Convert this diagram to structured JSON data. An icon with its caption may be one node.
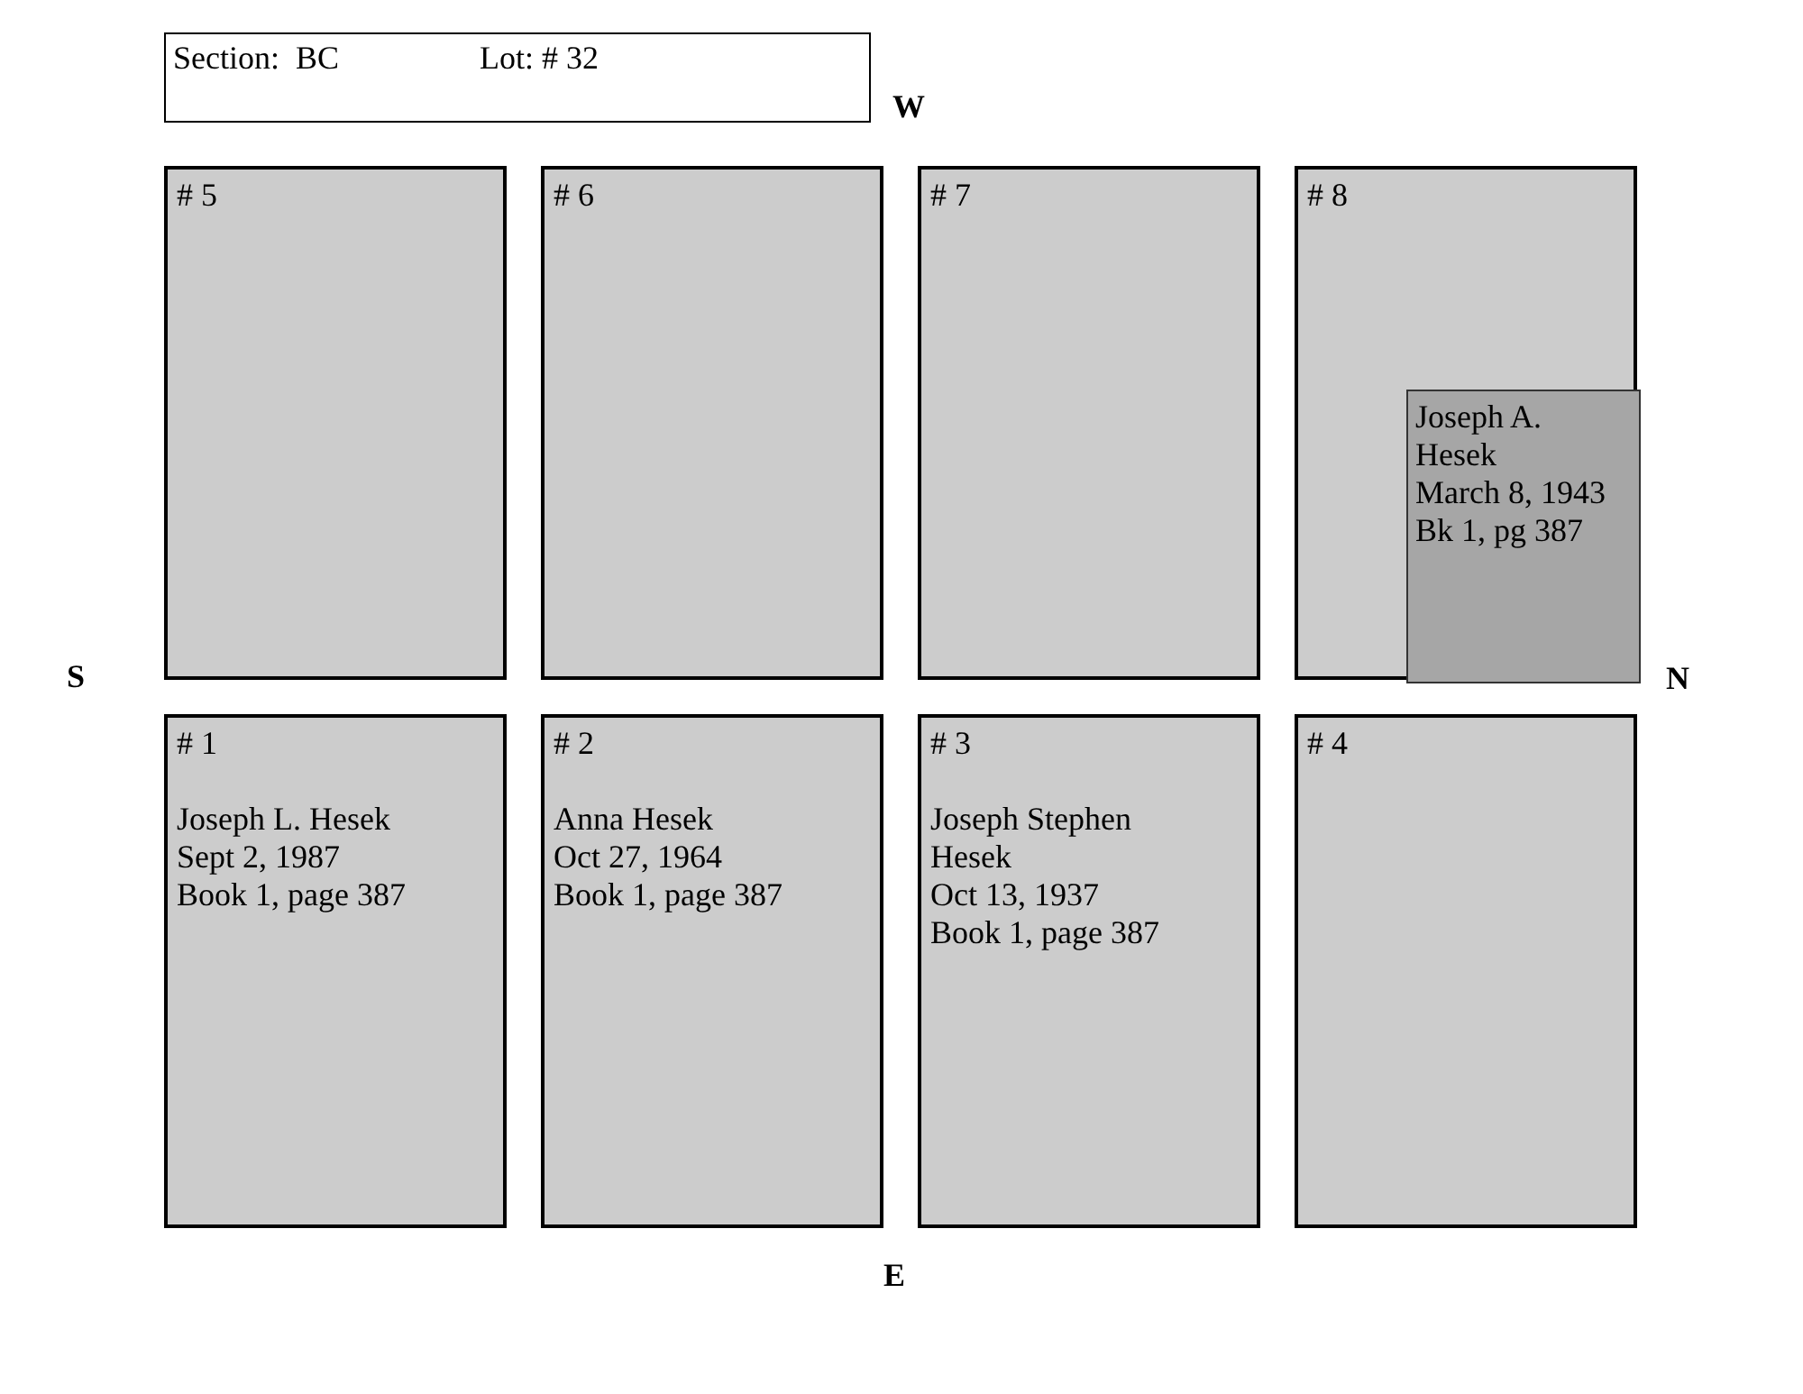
{
  "diagram": {
    "nodes": [
      {
        "text": [
          "Section:  BC",
          "Lot: # 32"
        ]
      },
      {
        "text": [
          "# 5"
        ]
      },
      {
        "text": [
          "# 6"
        ]
      },
      {
        "text": [
          "# 7"
        ]
      },
      {
        "text": [
          "# 8"
        ]
      },
      {
        "text": [
          "Joseph A.",
          "Hesek",
          "March 8, 1943",
          "Bk 1, pg 387"
        ],
        "in": 4
      },
      {
        "text": [
          "# 1",
          "Joseph L. Hesek",
          "Sept 2, 1987",
          "Book 1, page 387"
        ]
      },
      {
        "text": [
          "# 2",
          "Anna Hesek",
          "Oct 27, 1964",
          "Book 1, page 387"
        ]
      },
      {
        "text": [
          "# 3",
          "Joseph Stephen",
          "Hesek",
          "Oct 13, 1937",
          "Book 1, page 387"
        ]
      },
      {
        "text": [
          "# 4"
        ]
      }
    ],
    "labels": [
      "W",
      "S",
      "N",
      "E"
    ]
  }
}
